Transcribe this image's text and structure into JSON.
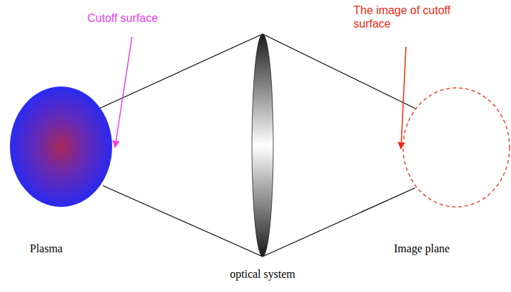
{
  "diagram": {
    "labels": [
      "Cutoff surface",
      "The image of cutoff surface",
      "Plasma",
      "optical system",
      "Image plane"
    ]
  }
}
